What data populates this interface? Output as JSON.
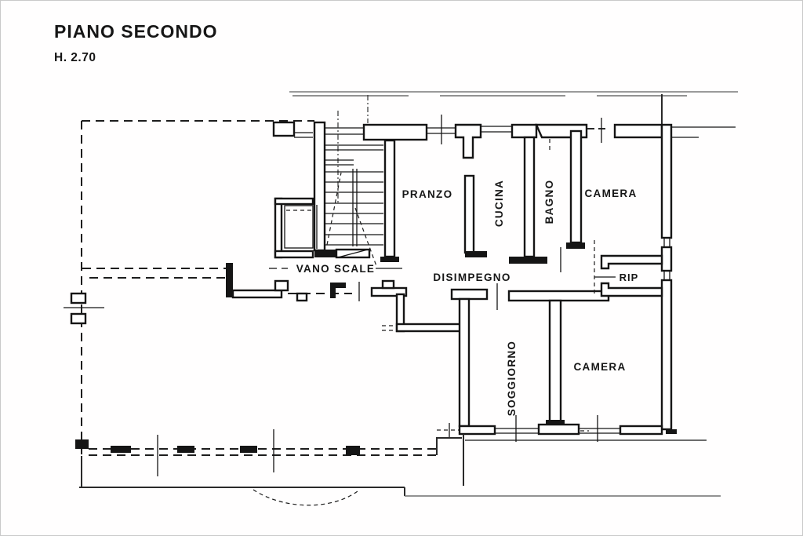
{
  "title": "PIANO SECONDO",
  "subtitle": "H. 2.70",
  "rooms": {
    "pranzo": "PRANZO",
    "cucina": "CUCINA",
    "bagno": "BAGNO",
    "camera_top": "CAMERA",
    "vano_scale": "VANO SCALE",
    "disimpegno": "DISIMPEGNO",
    "rip": "RIP",
    "soggiorno": "SOGGIORNO",
    "camera_bottom": "CAMERA"
  },
  "colors": {
    "ink": "#151515",
    "faint_line": "#9a9a9a",
    "background": "#ffffff"
  }
}
